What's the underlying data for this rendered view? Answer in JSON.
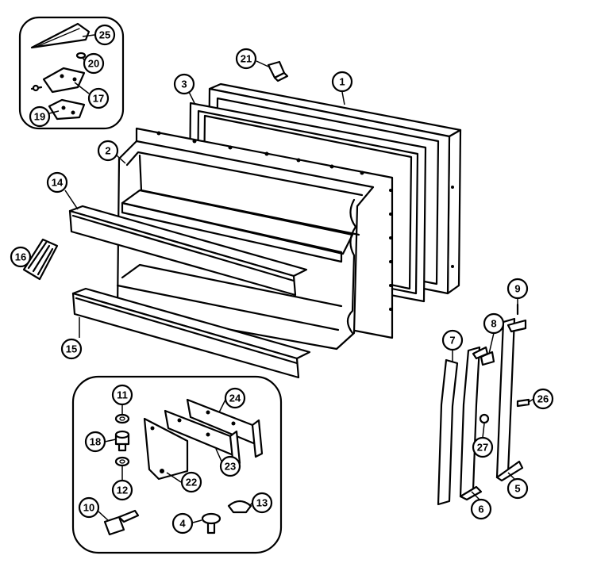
{
  "diagram": {
    "callouts": [
      {
        "id": "c25",
        "label": "25"
      },
      {
        "id": "c20",
        "label": "20"
      },
      {
        "id": "c17",
        "label": "17"
      },
      {
        "id": "c19",
        "label": "19"
      },
      {
        "id": "c21",
        "label": "21"
      },
      {
        "id": "c3",
        "label": "3"
      },
      {
        "id": "c1",
        "label": "1"
      },
      {
        "id": "c2",
        "label": "2"
      },
      {
        "id": "c14",
        "label": "14"
      },
      {
        "id": "c16",
        "label": "16"
      },
      {
        "id": "c15",
        "label": "15"
      },
      {
        "id": "c9",
        "label": "9"
      },
      {
        "id": "c8",
        "label": "8"
      },
      {
        "id": "c7",
        "label": "7"
      },
      {
        "id": "c26",
        "label": "26"
      },
      {
        "id": "c27",
        "label": "27"
      },
      {
        "id": "c5",
        "label": "5"
      },
      {
        "id": "c6",
        "label": "6"
      },
      {
        "id": "c11",
        "label": "11"
      },
      {
        "id": "c18",
        "label": "18"
      },
      {
        "id": "c12",
        "label": "12"
      },
      {
        "id": "c24",
        "label": "24"
      },
      {
        "id": "c23",
        "label": "23"
      },
      {
        "id": "c22",
        "label": "22"
      },
      {
        "id": "c10",
        "label": "10"
      },
      {
        "id": "c4",
        "label": "4"
      },
      {
        "id": "c13",
        "label": "13"
      }
    ]
  }
}
